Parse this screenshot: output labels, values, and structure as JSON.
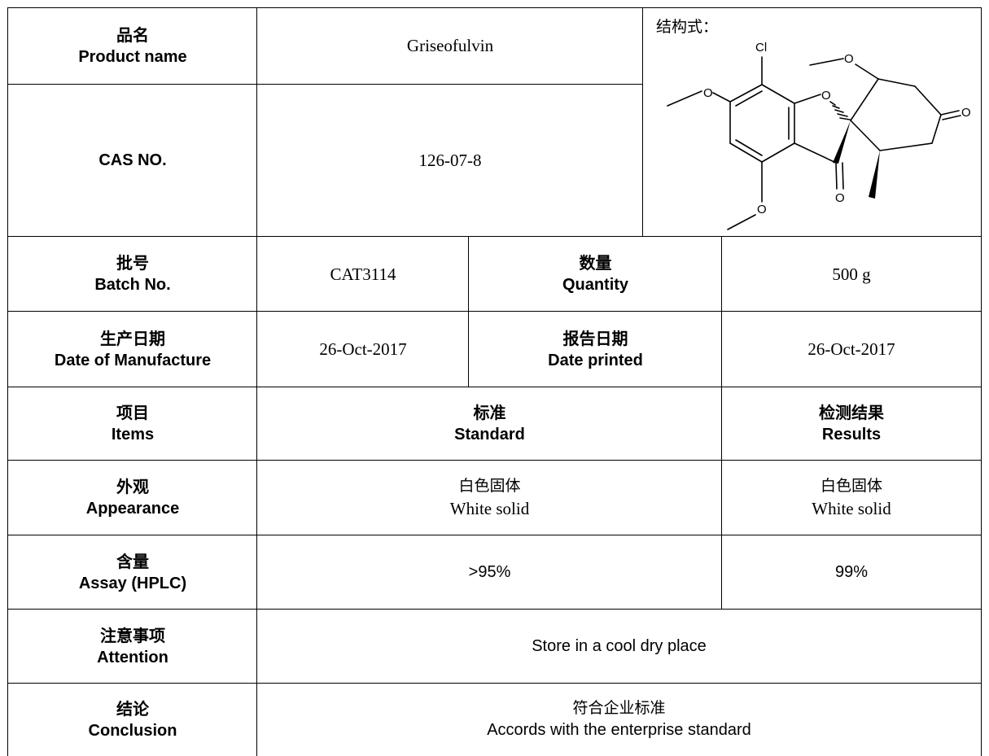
{
  "product": {
    "label_zh": "品名",
    "label_en": "Product name",
    "value": "Griseofulvin"
  },
  "cas": {
    "label_en": "CAS NO.",
    "value": "126-07-8"
  },
  "structure": {
    "label_zh": "结构式：",
    "atoms": [
      "Cl",
      "O",
      "O",
      "O",
      "O",
      "O",
      "O"
    ]
  },
  "batch": {
    "label_zh": "批号",
    "label_en": "Batch No.",
    "value": "CAT3114"
  },
  "quantity": {
    "label_zh": "数量",
    "label_en": "Quantity",
    "value": "500 g"
  },
  "manufacture": {
    "label_zh": "生产日期",
    "label_en": "Date of Manufacture",
    "value": "26-Oct-2017"
  },
  "printed": {
    "label_zh": "报告日期",
    "label_en": "Date printed",
    "value": "26-Oct-2017"
  },
  "columns": {
    "items_zh": "项目",
    "items_en": "Items",
    "standard_zh": "标准",
    "standard_en": "Standard",
    "results_zh": "检测结果",
    "results_en": "Results"
  },
  "rows": [
    {
      "label_zh": "外观",
      "label_en": "Appearance",
      "standard_zh": "白色固体",
      "standard_en": "White solid",
      "result_zh": "白色固体",
      "result_en": "White solid"
    },
    {
      "label_zh": "含量",
      "label_en": "Assay (HPLC)",
      "standard": ">95%",
      "result": "99%"
    }
  ],
  "attention": {
    "label_zh": "注意事项",
    "label_en": "Attention",
    "value": "Store in a cool dry place"
  },
  "conclusion": {
    "label_zh": "结论",
    "label_en": "Conclusion",
    "value_zh": "符合企业标准",
    "value_en": "Accords with the enterprise standard"
  }
}
